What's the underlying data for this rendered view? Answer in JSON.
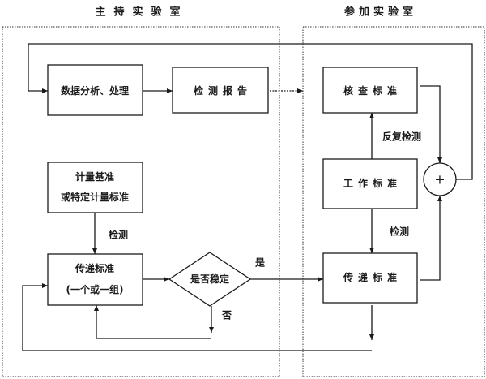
{
  "regions": {
    "main_lab": "主持实验室",
    "participating_lab": "参加实验室"
  },
  "nodes": {
    "data_analysis": "数据分析、处理",
    "test_report": "检测报告",
    "check_standard": "核查标准",
    "metrology_standard_line1": "计量基准",
    "metrology_standard_line2": "或特定计量标准",
    "transfer_standard_main_line1": "传递标准",
    "transfer_standard_main_line2": "(一个或一组)",
    "stability_decision": "是否稳定",
    "working_standard": "工作标准",
    "transfer_standard_participant": "传递标准",
    "sum_junction": "+"
  },
  "edge_labels": {
    "measure_1": "检测",
    "repeat_measure": "反复检测",
    "measure_2": "检测",
    "yes": "是",
    "no": "否"
  }
}
